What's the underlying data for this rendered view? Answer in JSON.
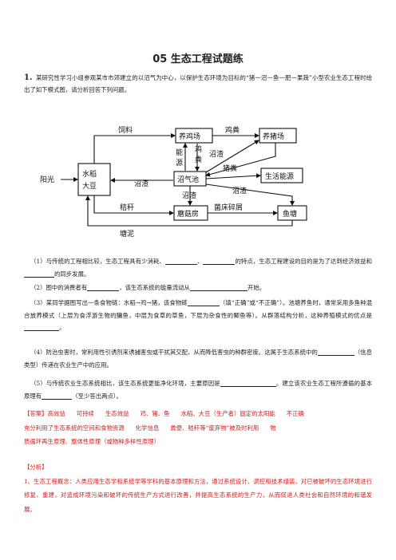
{
  "title": "05  生态工程试题练",
  "question": {
    "number": "1.",
    "stem": "某研究性学习小组参观某市市郊建立的以沼气为中心，以保护生态环境为目标的“猪一沼一鱼一肥一果蔬”小型农业生态工程时绘出了如下模式图，请分析回答下列问题。"
  },
  "diagram": {
    "sunlight": "阳光",
    "crop_line1": "水稻",
    "crop_line2": "大豆",
    "chicken_farm": "养鸡场",
    "pig_farm": "养猪场",
    "biogas": "沼气池",
    "energy": "生活能源",
    "mushroom": "蘑菇房",
    "fish": "鱼塘",
    "feed": "饲料",
    "chicken_manure": "鸡粪",
    "residue": "沼渣",
    "pig_manure": "猪粪",
    "energy_v1": "能",
    "energy_v2": "源",
    "chicken_manure_v1": "鸡",
    "chicken_manure_v2": "粪",
    "straw": "秸秆",
    "mushroom_residue": "菌床碎屑",
    "pond_mud": "塘泥"
  },
  "subquestions": {
    "q1_a": "（1）与传统的工程相比较，生态工程具有少消耗、",
    "q1_b": "、",
    "q1_c": "的特点，生态工程建设的目的是为了达到经济效益和",
    "q1_d": "的同步发展。",
    "q2_a": "（2）图中的消费者有",
    "q2_b": "，该生态系统的能量流动从",
    "q2_c": "开始。",
    "q3_a": "（3）某同学据图写出一条食物链：水稻→鸡→猪，该食物链",
    "q3_b": "（填“正确”或“不正确”）。池塘养鱼时，通常采用多鱼种混合放养模式（上层为食浮游生物的鳙鱼，中层为食草的草鱼，下层为杂食性的鲫鱼等）。从群落结构分析，这种养殖模式的优点是",
    "q3_c": "。",
    "q4_a": "（4）防治虫害时，常利用性引诱剂来诱捕害虫或干扰其交配，从而降低害虫的种群密度。这属于生态系统中的",
    "q4_b": "（信息类型）传递在农业生产中的应用。",
    "q5_a": "（5）与传统农业生态系统相比，该生态系统更能净化环境，主要原因是",
    "q5_b": "。建立该农业生态工程所遵循的基本原理有",
    "q5_c": "（至少答出两点）。"
  },
  "answer": {
    "label": "【答案】",
    "items": [
      "高效益",
      "可持续",
      "生态效益",
      "鸡、猪、鱼",
      "水稻、大豆（生产者）固定的太阳能",
      "不正确"
    ],
    "line2": [
      "充分利用了生态系统的空间和食物资源",
      "化学信息",
      "粪便、秸秆等“废弃物”被及时利用",
      "物"
    ],
    "line3": "质循环再生原理、整体性原理（或物种多样性原理）"
  },
  "analysis": {
    "label": "【分析】",
    "text": "1、生态工程概念：人类应用生态学和系统学等学科的基本原理和方法，通过系统设计、调控和技术组装，对已被破坏的生态环境进行修复、重建，对造成环境污染和破坏的传统生产方式进行改善，并提高生态系统的生产力，从而促进人类社会和自然环境的和谐发展。"
  }
}
